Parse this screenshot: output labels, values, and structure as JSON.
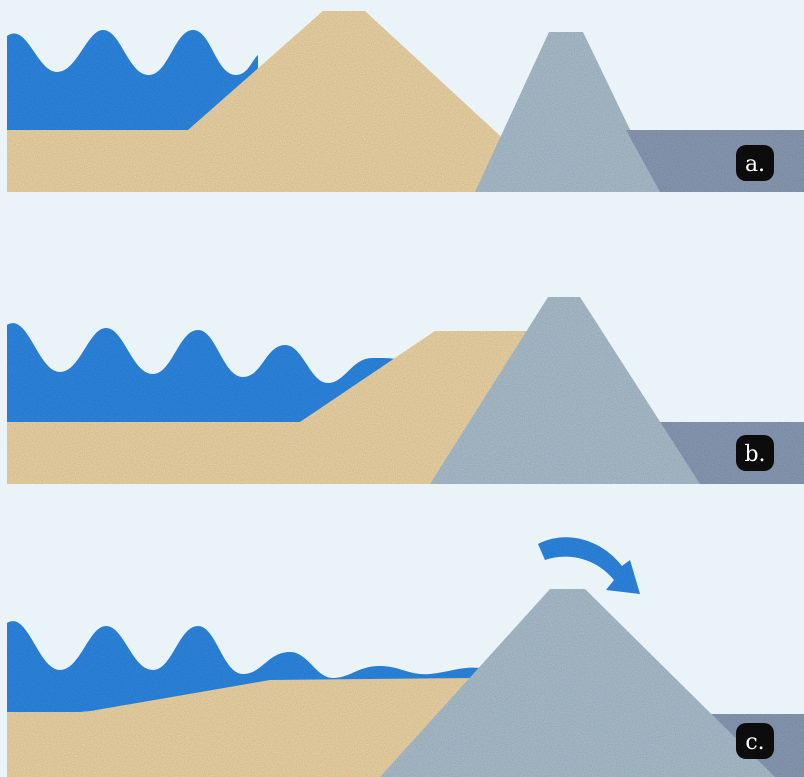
{
  "colors": {
    "background": "#eaf3f7",
    "water": "#2f86e0",
    "sand": "#ead2a3",
    "rock": "#a8bccb",
    "lagoon": "#8899b3",
    "badge": "#0c0c0c",
    "badge_text": "#ffffff"
  },
  "panels": [
    {
      "label": "a."
    },
    {
      "label": "b."
    },
    {
      "label": "c."
    }
  ],
  "overtopping_arrow": {
    "icon": "curved-arrow-icon"
  }
}
